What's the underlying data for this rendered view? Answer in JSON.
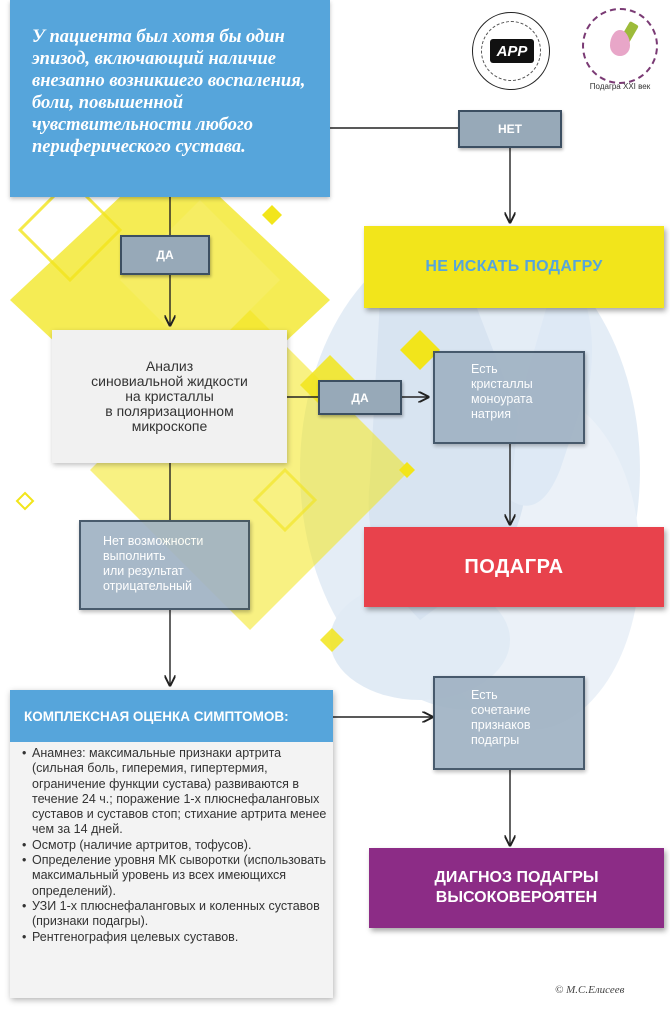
{
  "intro_text": "У пациента был хотя бы один эпизод, включающий наличие внезапно возникшего воспаления, боли, повышенной чувствительности любого периферического сустава.",
  "labels": {
    "no": "НЕТ",
    "yes_left": "ДА",
    "yes_right": "ДА"
  },
  "outcomes": {
    "no_gout": "НЕ ИСКАТЬ ПОДАГРУ",
    "gout": "ПОДАГРА",
    "diagnosis_line1": "ДИАГНОЗ ПОДАГРЫ",
    "diagnosis_line2": "ВЫСОКОВЕРОЯТЕН"
  },
  "analysis": {
    "line1": "Анализ",
    "line2": "синовиальной жидкости",
    "line3": "на кристаллы",
    "line4": "в поляризационном",
    "line5": "микроскопе"
  },
  "crystals": {
    "line1": "Есть",
    "line2": "кристаллы",
    "line3": "моноурата",
    "line4": "натрия"
  },
  "negative": {
    "line1": "Нет возможности",
    "line2": "выполнить",
    "line3": "или результат",
    "line4": "отрицательный"
  },
  "combination": {
    "line1": "Есть",
    "line2": "сочетание",
    "line3": "признаков",
    "line4": "подагры"
  },
  "complex": {
    "title": "КОМПЛЕКСНАЯ ОЦЕНКА СИМПТОМОВ:",
    "items": [
      "Анамнез: максимальные признаки артрита (сильная боль, гиперемия, гипертермия, ограничение функции сустава) развиваются в течение 24 ч.; поражение 1-х плюснефаланговых суставов и суставов стоп; стихание артрита менее чем за 14 дней.",
      "Осмотр (наличие артритов, тофусов).",
      "Определение уровня МК сыворотки (использовать максимальный уровень из всех имеющихся  определений).",
      "УЗИ 1-х плюснефаланговых и коленных суставов (признаки подагры).",
      "Рентгенография  целевых суставов."
    ]
  },
  "logos": {
    "app_text": "АРР",
    "caption": "Подагра XXI век"
  },
  "copyright": "© М.С.Елисеев",
  "colors": {
    "blue": "#56a5db",
    "yellow": "#f2e51b",
    "red": "#e8424c",
    "purple": "#8c2c86",
    "gray": "#a1b3c4"
  }
}
